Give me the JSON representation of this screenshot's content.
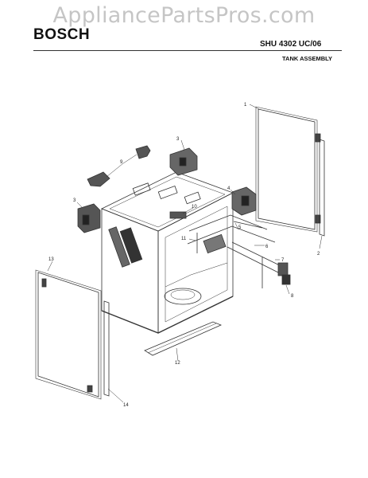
{
  "watermark": "AppliancePartsPros.com",
  "header": {
    "brand": "BOSCH",
    "model": "SHU 4302 UC/06",
    "section": "TANK ASSEMBLY"
  },
  "callouts": [
    "1",
    "2",
    "3",
    "3",
    "4",
    "5",
    "6",
    "7",
    "8",
    "9",
    "10",
    "11",
    "12",
    "13",
    "14"
  ]
}
